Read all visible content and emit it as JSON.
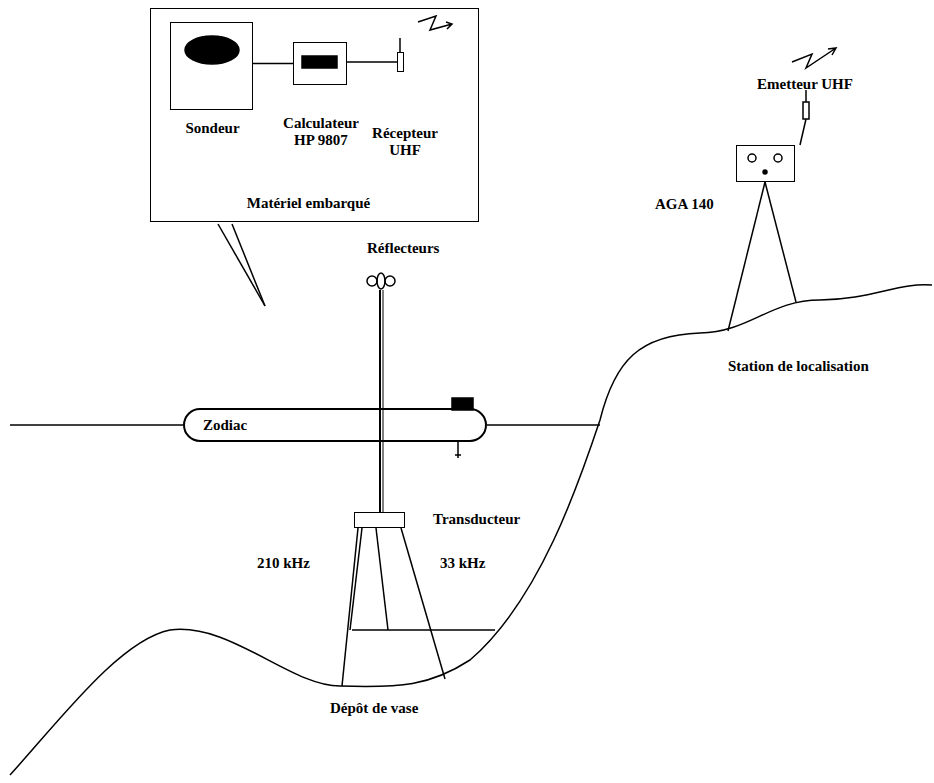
{
  "diagram": {
    "nodes": [
      {
        "text": [
          "Matériel embarqué"
        ]
      },
      {
        "text": [
          "Sondeur"
        ],
        "in": 0
      },
      {
        "text": [
          "Calculateur HP 9807"
        ],
        "in": 0
      },
      {
        "text": [
          "Récepteur UHF"
        ],
        "in": 0
      },
      {
        "text": [
          "Zodiac"
        ]
      },
      {
        "text": [
          "Transducteur"
        ]
      },
      {
        "text": [
          "AGA 140"
        ]
      }
    ],
    "edges": [
      {
        "from": 1,
        "to": 2,
        "arrow": "none"
      },
      {
        "from": 2,
        "to": 3,
        "arrow": "none"
      }
    ],
    "labels": [
      "Emetteur UHF",
      "Réflecteurs",
      "Station de localisation",
      "210 kHz",
      "33 kHz",
      "Dépôt de vase"
    ]
  }
}
